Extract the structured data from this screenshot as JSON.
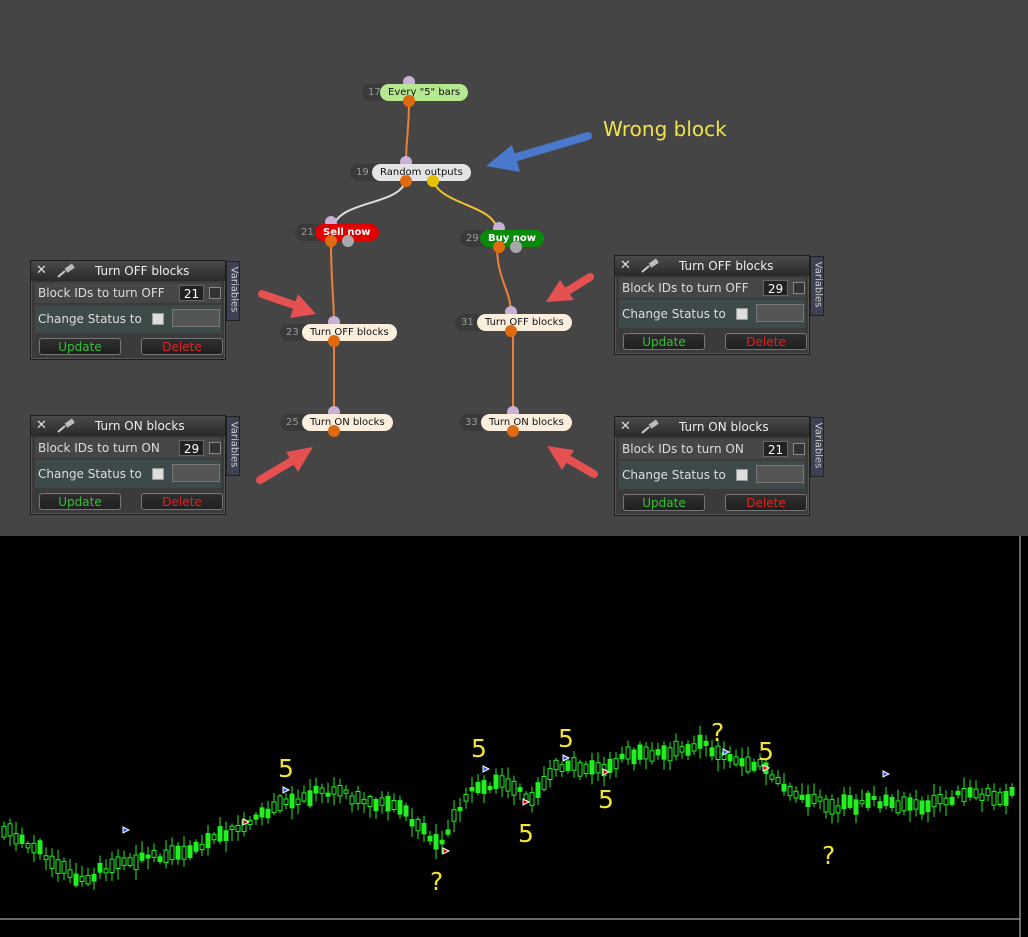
{
  "annotation": {
    "wrong_block": "Wrong block"
  },
  "nodes": {
    "n17": {
      "id": "17",
      "label": "Every \"5\" bars"
    },
    "n19": {
      "id": "19",
      "label": "Random outputs"
    },
    "n21": {
      "id": "21",
      "label": "Sell now"
    },
    "n29": {
      "id": "29",
      "label": "Buy now"
    },
    "n23": {
      "id": "23",
      "label": "Turn OFF blocks"
    },
    "n31": {
      "id": "31",
      "label": "Turn OFF blocks"
    },
    "n25": {
      "id": "25",
      "label": "Turn ON blocks"
    },
    "n33": {
      "id": "33",
      "label": "Turn ON blocks"
    }
  },
  "panels": {
    "off_left": {
      "title": "Turn OFF blocks",
      "row_label": "Block IDs to turn OFF",
      "value": "21",
      "status_label": "Change Status to",
      "update": "Update",
      "delete": "Delete",
      "tab": "Variables"
    },
    "off_right": {
      "title": "Turn OFF blocks",
      "row_label": "Block IDs to turn OFF",
      "value": "29",
      "status_label": "Change Status to",
      "update": "Update",
      "delete": "Delete",
      "tab": "Variables"
    },
    "on_left": {
      "title": "Turn ON blocks",
      "row_label": "Block IDs to turn ON",
      "value": "29",
      "status_label": "Change Status to",
      "update": "Update",
      "delete": "Delete",
      "tab": "Variables"
    },
    "on_right": {
      "title": "Turn ON blocks",
      "row_label": "Block IDs to turn ON",
      "value": "21",
      "status_label": "Change Status to",
      "update": "Update",
      "delete": "Delete",
      "tab": "Variables"
    }
  },
  "chart_marks": {
    "five": "5",
    "question": "?"
  },
  "colors": {
    "bull": "#22ee22",
    "sell": "#e00000",
    "buy": "#0a8a0a",
    "highlight": "#f2e24a",
    "arrow_red": "#e55050",
    "arrow_blue": "#4a78cc"
  }
}
